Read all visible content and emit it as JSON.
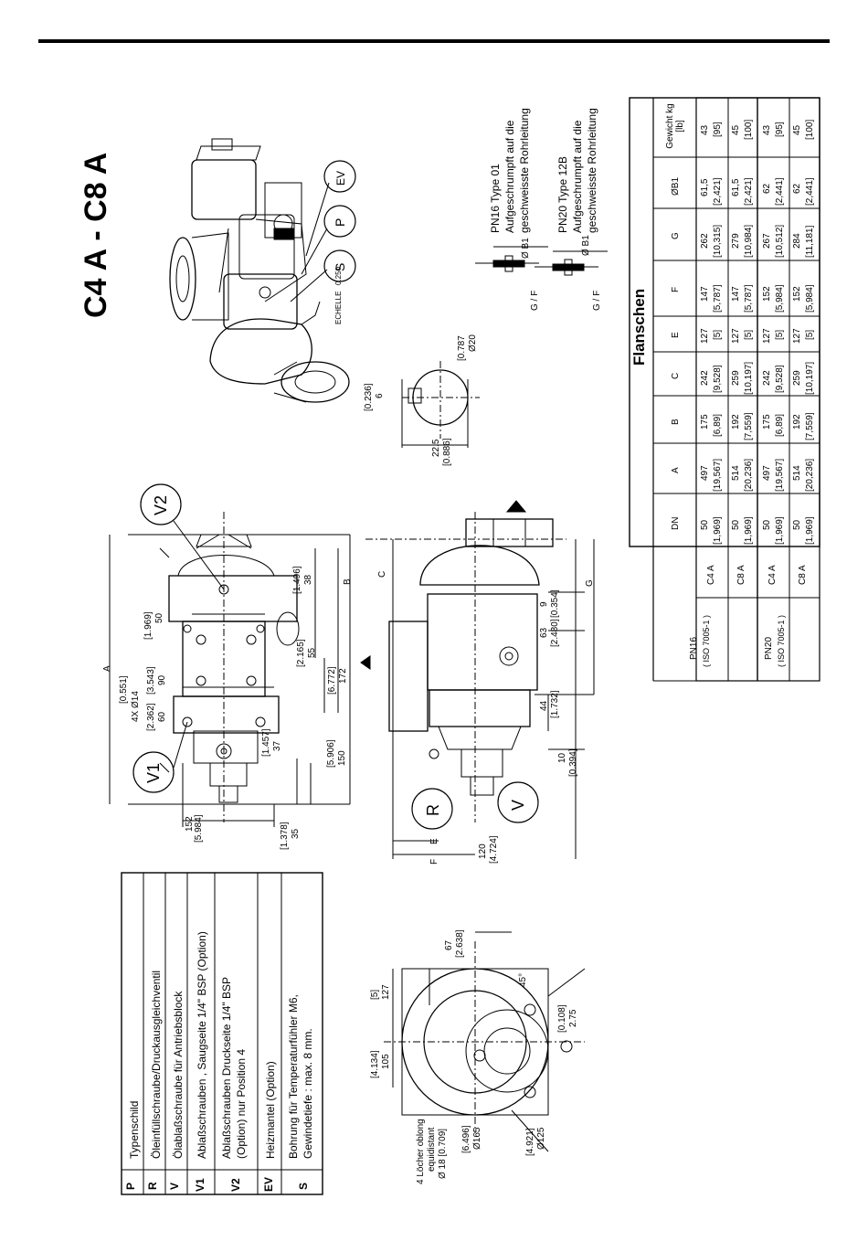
{
  "title": "C4 A - C8 A",
  "legend": [
    {
      "code": "P",
      "text": "Typenschild"
    },
    {
      "code": "R",
      "text": "Öleinfüllschraube/Druckausgleichventil"
    },
    {
      "code": "V",
      "text": "Ölablaßschraube für Antriebsblock"
    },
    {
      "code": "V1",
      "text": "Ablaßschrauben , Saugseite 1/4\" BSP (Option)"
    },
    {
      "code": "V2",
      "text_1": "Ablaßschrauben Druckseite 1/4\" BSP",
      "text_2": "(Option) nur Position 4"
    },
    {
      "code": "EV",
      "text": "Heizmantel (Option)"
    },
    {
      "code": "S",
      "text_1": "Bohrung für Temperaturfühler M6,",
      "text_2": "Gewindetiefe : max. 8 mm."
    }
  ],
  "callouts": {
    "v1": "V1",
    "v2": "V2",
    "r": "R",
    "v": "V",
    "ev": "EV",
    "p": "P",
    "s": "S"
  },
  "dimensions": {
    "a": "A",
    "b": "B",
    "c": "C",
    "e": "E",
    "f": "F",
    "g": "G",
    "gf1": "G / F",
    "gf2": "G / F",
    "d152": "152",
    "d152i": "[5.984]",
    "d1378": "[1.378]",
    "d35": "35",
    "d4x": "4X Ø14",
    "d0551": "[0.551]",
    "d2362": "[2.362]",
    "d60": "60",
    "d3543": "[3.543]",
    "d90": "90",
    "d1969": "[1.969]",
    "d50": "50",
    "d1457": "[1.457]",
    "d37": "37",
    "d5906": "[5.906]",
    "d150": "150",
    "d2165": "[2.165]",
    "d55": "55",
    "d6772": "[6.772]",
    "d172": "172",
    "d1496": "[1.496]",
    "d38": "38",
    "d120": "120",
    "d4724": "[4.724]",
    "d10": "10",
    "d0394": "[0.394]",
    "d44": "44",
    "d1732": "[1.732]",
    "d63": "63",
    "d2480": "[2.480]",
    "d9": "9",
    "d0354": "[0.354]",
    "d0236": "[0.236]",
    "d6": "6",
    "d225": "22.5",
    "d0886": "[0.886]",
    "d0787": "[0.787",
    "d20": "Ø20",
    "d67": "67",
    "d2638": "[2.638]",
    "d4134": "[4.134]",
    "d105": "105",
    "d5": "[5]",
    "d127": "127",
    "d45": "45°",
    "d0108": "[0.108]",
    "d275": "2.75",
    "d6496": "[6.496]",
    "d165": "Ø165",
    "d4921": "[4.921]",
    "d125": "Ø125",
    "holes1": "4 Löcher oblong",
    "holes2": "equidistant",
    "holes3": "Ø 18 [0.709]",
    "echelle": "ECHELLE",
    "scale": "0.250",
    "ob1a": "Ø B1",
    "ob1b": "Ø B1"
  },
  "pipe_notes": {
    "pn16_1": "PN16   Type 01",
    "pn16_2": "Aufgeschrumpft auf die",
    "pn16_3": "geschweisste Rohrleitung",
    "pn20_1": "PN20   Type 12B",
    "pn20_2": "Aufgeschrumpft auf die",
    "pn20_3": "geschweisste Rohrleitung"
  },
  "flanges": {
    "title": "Flanschen",
    "columns": [
      "DN",
      "A",
      "B",
      "C",
      "E",
      "F",
      "G",
      "ØB1",
      "Gewicht kg [lb]"
    ],
    "groups": [
      {
        "name": "PN16",
        "std": "( ISO 7005-1 )",
        "rows": [
          {
            "model": "C4 A",
            "cells": [
              [
                "50",
                "[1,969]"
              ],
              [
                "497",
                "[19,567]"
              ],
              [
                "175",
                "[6,89]"
              ],
              [
                "242",
                "[9,528]"
              ],
              [
                "127",
                "[5]"
              ],
              [
                "147",
                "[5,787]"
              ],
              [
                "262",
                "[10,315]"
              ],
              [
                "61,5",
                "[2,421]"
              ],
              [
                "43",
                "[95]"
              ]
            ]
          },
          {
            "model": "C8 A",
            "cells": [
              [
                "50",
                "[1,969]"
              ],
              [
                "514",
                "[20,236]"
              ],
              [
                "192",
                "[7,559]"
              ],
              [
                "259",
                "[10,197]"
              ],
              [
                "127",
                "[5]"
              ],
              [
                "147",
                "[5,787]"
              ],
              [
                "279",
                "[10,984]"
              ],
              [
                "61,5",
                "[2,421]"
              ],
              [
                "45",
                "[100]"
              ]
            ]
          }
        ]
      },
      {
        "name": "PN20",
        "std": "( ISO 7005-1 )",
        "rows": [
          {
            "model": "C4 A",
            "cells": [
              [
                "50",
                "[1,969]"
              ],
              [
                "497",
                "[19,567]"
              ],
              [
                "175",
                "[6,89]"
              ],
              [
                "242",
                "[9,528]"
              ],
              [
                "127",
                "[5]"
              ],
              [
                "152",
                "[5,984]"
              ],
              [
                "267",
                "[10,512]"
              ],
              [
                "62",
                "[2,441]"
              ],
              [
                "43",
                "[95]"
              ]
            ]
          },
          {
            "model": "C8 A",
            "cells": [
              [
                "50",
                "[1,969]"
              ],
              [
                "514",
                "[20,236]"
              ],
              [
                "192",
                "[7,559]"
              ],
              [
                "259",
                "[10,197]"
              ],
              [
                "127",
                "[5]"
              ],
              [
                "152",
                "[5,984]"
              ],
              [
                "284",
                "[11,181]"
              ],
              [
                "62",
                "[2,441]"
              ],
              [
                "45",
                "[100]"
              ]
            ]
          }
        ]
      }
    ]
  }
}
